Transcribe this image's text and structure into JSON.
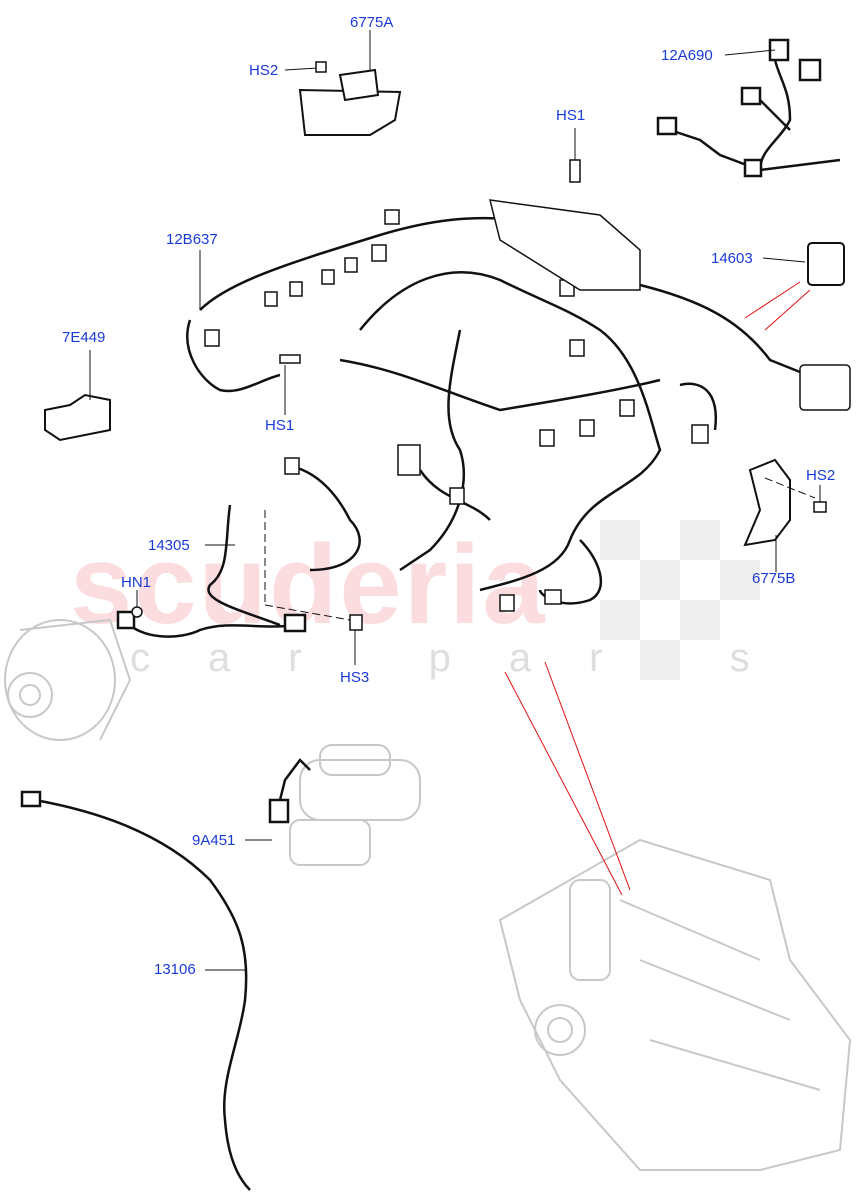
{
  "watermark": {
    "main": "scuderia",
    "sub": "car parts"
  },
  "colors": {
    "label": "#1a3ad8",
    "wire": "#111111",
    "ghost": "#c8c8c8",
    "pointer": "#e01010",
    "watermark": "#f07882"
  },
  "labels": [
    {
      "id": "6775A",
      "text": "6775A"
    },
    {
      "id": "HS2-top",
      "text": "HS2"
    },
    {
      "id": "12A690",
      "text": "12A690"
    },
    {
      "id": "HS1-top",
      "text": "HS1"
    },
    {
      "id": "12B637",
      "text": "12B637"
    },
    {
      "id": "14603",
      "text": "14603"
    },
    {
      "id": "7E449",
      "text": "7E449"
    },
    {
      "id": "HS1-mid",
      "text": "HS1"
    },
    {
      "id": "HS2-right",
      "text": "HS2"
    },
    {
      "id": "6775B",
      "text": "6775B"
    },
    {
      "id": "14305",
      "text": "14305"
    },
    {
      "id": "HN1",
      "text": "HN1"
    },
    {
      "id": "HS3",
      "text": "HS3"
    },
    {
      "id": "9A451",
      "text": "9A451"
    },
    {
      "id": "13106",
      "text": "13106"
    }
  ]
}
